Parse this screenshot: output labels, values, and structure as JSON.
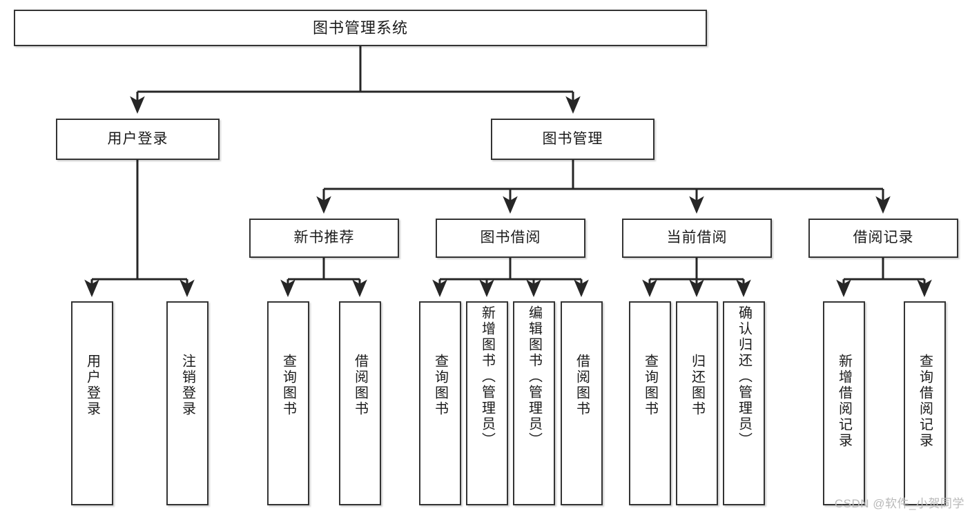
{
  "diagram": {
    "title_node": {
      "label": "图书管理系统"
    },
    "level2": [
      {
        "id": "user-login",
        "label": "用户登录"
      },
      {
        "id": "book-management",
        "label": "图书管理"
      }
    ],
    "level3": [
      {
        "id": "new-book-recommend",
        "label": "新书推荐"
      },
      {
        "id": "book-borrow",
        "label": "图书借阅"
      },
      {
        "id": "current-borrow",
        "label": "当前借阅"
      },
      {
        "id": "borrow-record",
        "label": "借阅记录"
      }
    ],
    "leaves": {
      "user_login": [
        {
          "id": "leaf-user-login",
          "label": "用户登录"
        },
        {
          "id": "leaf-logout-login",
          "label": "注销登录"
        }
      ],
      "new_book_recommend": [
        {
          "id": "leaf-query-book-1",
          "label": "查询图书"
        },
        {
          "id": "leaf-borrow-book-1",
          "label": "借阅图书"
        }
      ],
      "book_borrow": [
        {
          "id": "leaf-query-book-2",
          "label": "查询图书"
        },
        {
          "id": "leaf-add-book-admin",
          "label": "新增图书（管理员）"
        },
        {
          "id": "leaf-edit-book-admin",
          "label": "编辑图书（管理员）"
        },
        {
          "id": "leaf-borrow-book-2",
          "label": "借阅图书"
        }
      ],
      "current_borrow": [
        {
          "id": "leaf-query-book-3",
          "label": "查询图书"
        },
        {
          "id": "leaf-return-book",
          "label": "归还图书"
        },
        {
          "id": "leaf-confirm-return-admin",
          "label": "确认归还（管理员）"
        }
      ],
      "borrow_record": [
        {
          "id": "leaf-add-borrow-record",
          "label": "新增借阅记录"
        },
        {
          "id": "leaf-query-borrow-record",
          "label": "查询借阅记录"
        }
      ]
    },
    "watermark": "CSDN @软件_小贺同学",
    "colors": {
      "box_border": "#333333",
      "box_fill": "#ffffff",
      "edge": "#262626",
      "text": "#1b1b1b",
      "watermark": "#b9b9b9",
      "background": "#ffffff"
    }
  }
}
